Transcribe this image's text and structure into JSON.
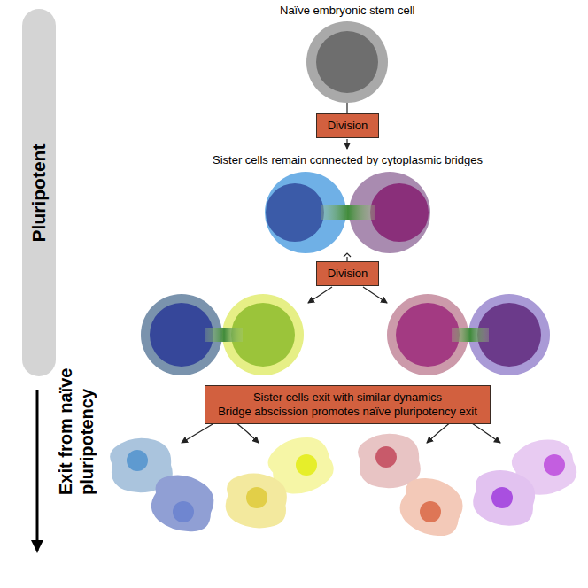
{
  "diagram": {
    "nodes": [
      {
        "text": [
          "Pluripotent"
        ]
      },
      {
        "text": [
          "Division"
        ]
      },
      {
        "text": [
          "Division"
        ]
      },
      {
        "text": [
          "Sister cells exit with similar dynamics",
          "Bridge abscission promotes naïve pluripotency exit"
        ]
      }
    ],
    "labels": [
      "Naïve embryonic stem cell",
      "Sister cells remain connected by cytoplasmic bridges",
      "Exit from naïve pluripotency"
    ]
  }
}
